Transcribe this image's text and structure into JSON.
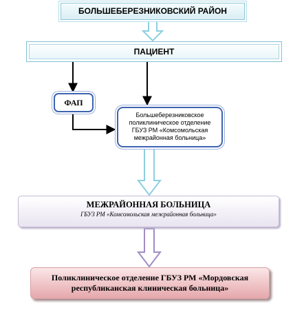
{
  "nodes": {
    "region": "БОЛЬШЕБЕРЕЗНИКОВСКИЙ РАЙОН",
    "patient": "ПАЦИЕНТ",
    "fap": "ФАП",
    "polyclinic": "Большеберезниковское поликлиническое отделение ГБУЗ РМ «Комсомольская межрайонная больница»",
    "interdistrict": {
      "title": "МЕЖРАЙОННАЯ БОЛЬНИЦА",
      "subtitle": "ГБУЗ РМ «Комсомольская межрайонная больница»"
    },
    "republican": "Поликлиническое отделение ГБУЗ РМ «Мордовская республиканская клиническая больница»"
  },
  "colors": {
    "hollow_arrow_blue": "#8ccfe0",
    "hollow_arrow_purple": "#a08cc4",
    "connector": "#000000"
  }
}
